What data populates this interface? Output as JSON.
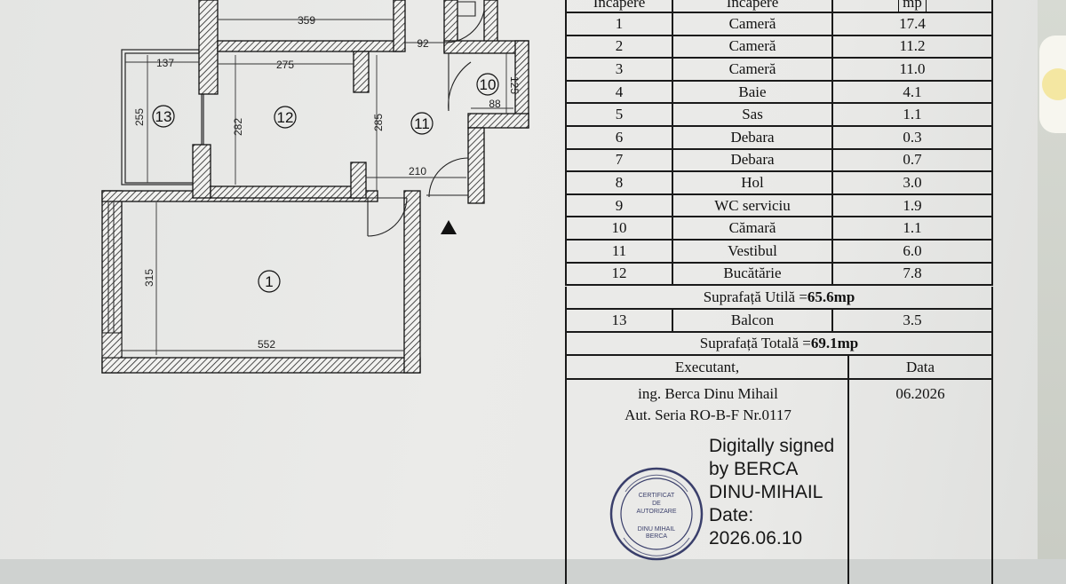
{
  "plan": {
    "dimensions": [
      "359",
      "92",
      "137",
      "275",
      "125",
      "88",
      "255",
      "282",
      "285",
      "210",
      "315",
      "552"
    ],
    "room_numbers": [
      "13",
      "12",
      "11",
      "10",
      "1"
    ]
  },
  "table": {
    "header": {
      "col1": "Încăpere",
      "col2": "Încăpere",
      "col3": "mp"
    },
    "rows": [
      {
        "nr": "1",
        "name": "Cameră",
        "area": "17.4"
      },
      {
        "nr": "2",
        "name": "Cameră",
        "area": "11.2"
      },
      {
        "nr": "3",
        "name": "Cameră",
        "area": "11.0"
      },
      {
        "nr": "4",
        "name": "Baie",
        "area": "4.1"
      },
      {
        "nr": "5",
        "name": "Sas",
        "area": "1.1"
      },
      {
        "nr": "6",
        "name": "Debara",
        "area": "0.3"
      },
      {
        "nr": "7",
        "name": "Debara",
        "area": "0.7"
      },
      {
        "nr": "8",
        "name": "Hol",
        "area": "3.0"
      },
      {
        "nr": "9",
        "name": "WC serviciu",
        "area": "1.9"
      },
      {
        "nr": "10",
        "name": "Cămară",
        "area": "1.1"
      },
      {
        "nr": "11",
        "name": "Vestibul",
        "area": "6.0"
      },
      {
        "nr": "12",
        "name": "Bucătărie",
        "area": "7.8"
      }
    ],
    "useful_label": "Suprafață Utilă =",
    "useful_value": "65.6mp",
    "balcony": {
      "nr": "13",
      "name": "Balcon",
      "area": "3.5"
    },
    "total_label": "Suprafață Totală =",
    "total_value": "69.1mp",
    "executor_label": "Executant,",
    "date_label": "Data",
    "executor_name": "ing. Berca Dinu Mihail",
    "executor_auth": "Aut. Seria RO-B-F Nr.0117",
    "date_value": "06.2026"
  },
  "signature": {
    "line1": "Digitally signed",
    "line2": "by BERCA",
    "line3": "DINU-MIHAIL",
    "line4": "Date:",
    "line5": "2026.06.10"
  },
  "stamp": {
    "line1": "CERTIFICAT",
    "line2": "DE",
    "line3": "AUTORIZARE",
    "line4": "DINU MIHAIL",
    "line5": "BERCA"
  },
  "colors": {
    "ink": "#1a1a1a",
    "stamp_ink": "#3a3f6b",
    "paper": "#e9e9e7"
  }
}
